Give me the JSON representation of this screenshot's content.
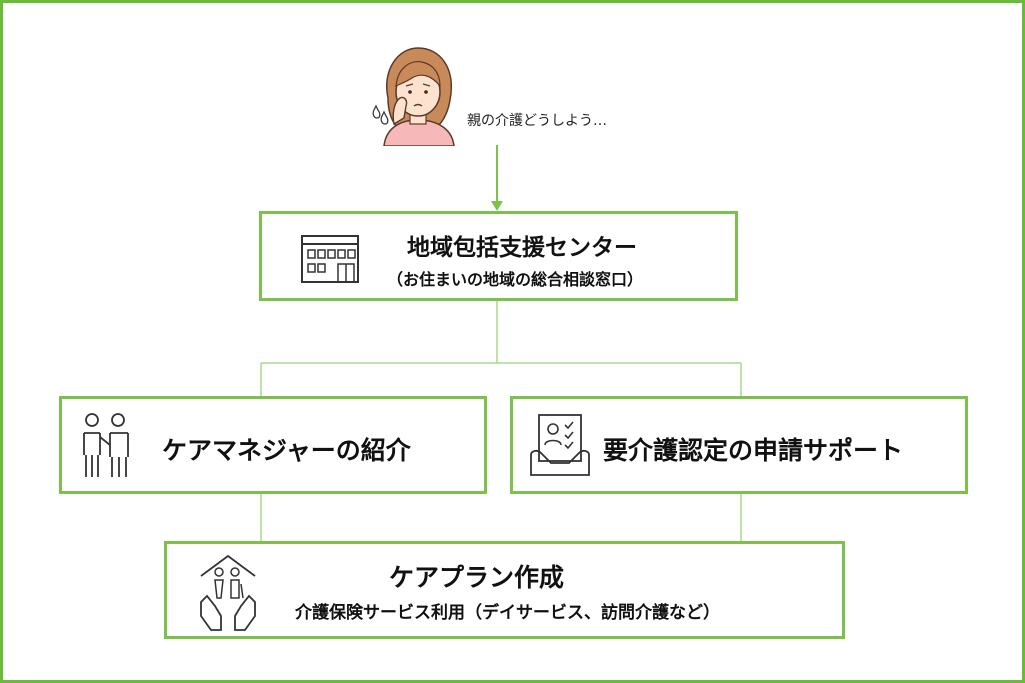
{
  "concern": {
    "speech": "親の介護どうしよう…"
  },
  "center": {
    "title": "地域包括支援センター",
    "subtitle": "（お住まいの地域の総合相談窓口）"
  },
  "services": {
    "care_manager": "ケアマネジャーの紹介",
    "certification": "要介護認定の申請サポート"
  },
  "care_plan": {
    "title": "ケアプラン作成",
    "subtitle": "介護保険サービス利用（デイサービス、訪問介護など）"
  },
  "colors": {
    "border": "#6abb3a",
    "box_border": "#7cc24a",
    "connector": "#a9d88a",
    "arrow": "#7cc24a"
  }
}
